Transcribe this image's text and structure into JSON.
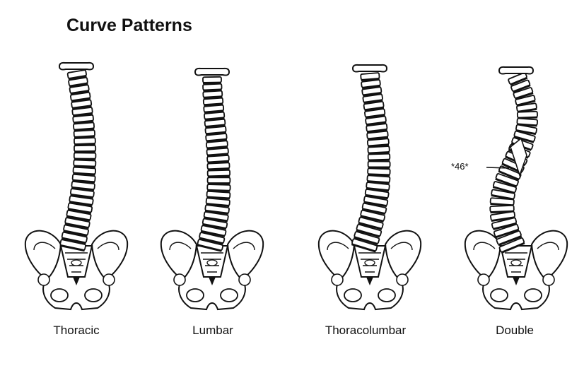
{
  "title": "Curve Patterns",
  "patterns": [
    {
      "label": "Thoracic"
    },
    {
      "label": "Lumbar"
    },
    {
      "label": "Thoracolumbar"
    },
    {
      "label": "Double",
      "angle_label": "*46*"
    }
  ],
  "colors": {
    "ink": "#111111",
    "paper": "#ffffff"
  }
}
